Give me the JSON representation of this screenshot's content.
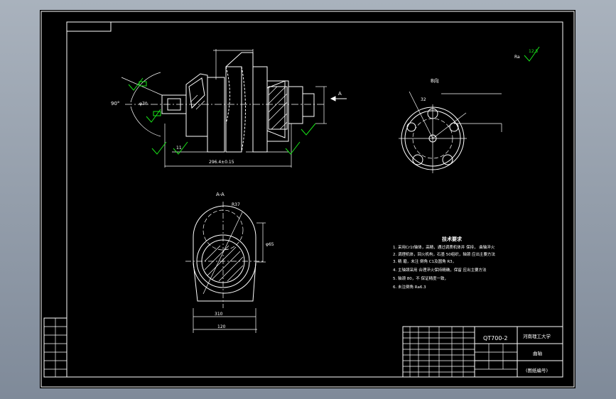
{
  "title_block": {
    "drawing_code": "QT700-2",
    "school": "河南理工大学",
    "part_name": "曲轴",
    "drawing_number": "(图纸编号)"
  },
  "tech_requirements": {
    "heading": "技术要求",
    "lines": [
      "1. 采用Cr1t轴体，高精，通过调质机体并 保持， 曲轴淬火",
      "2. 调理机体，回火机构，石墨 50组织，轴颈 应出主要方法",
      "3. 精 磨，未注 倒角 C1及圆角 R3，",
      "4. 主轴颈采用 合理淬火保持精确，保留  应出主要方法",
      "5. 轴颈 80，不 保证精度一致，",
      "6. 未注倒角 Ra6.3"
    ]
  },
  "view_labels": {
    "section_a": "A-A",
    "view_b": "B向",
    "arrow_a": "A"
  },
  "dimensions": {
    "angle_main": "90°",
    "d_main": "φ70",
    "bottom_overall": "296.4±0.15",
    "bottom_small": "11",
    "width_310": "310",
    "width_120": "120",
    "dia_65": "φ65",
    "r_37": "R37",
    "b_dim": "32"
  },
  "roughness": {
    "symbol": "Ra",
    "value": "12.5"
  },
  "colors": {
    "line": "#ffffff",
    "symbol": "#19e619",
    "paper": "#000000"
  }
}
